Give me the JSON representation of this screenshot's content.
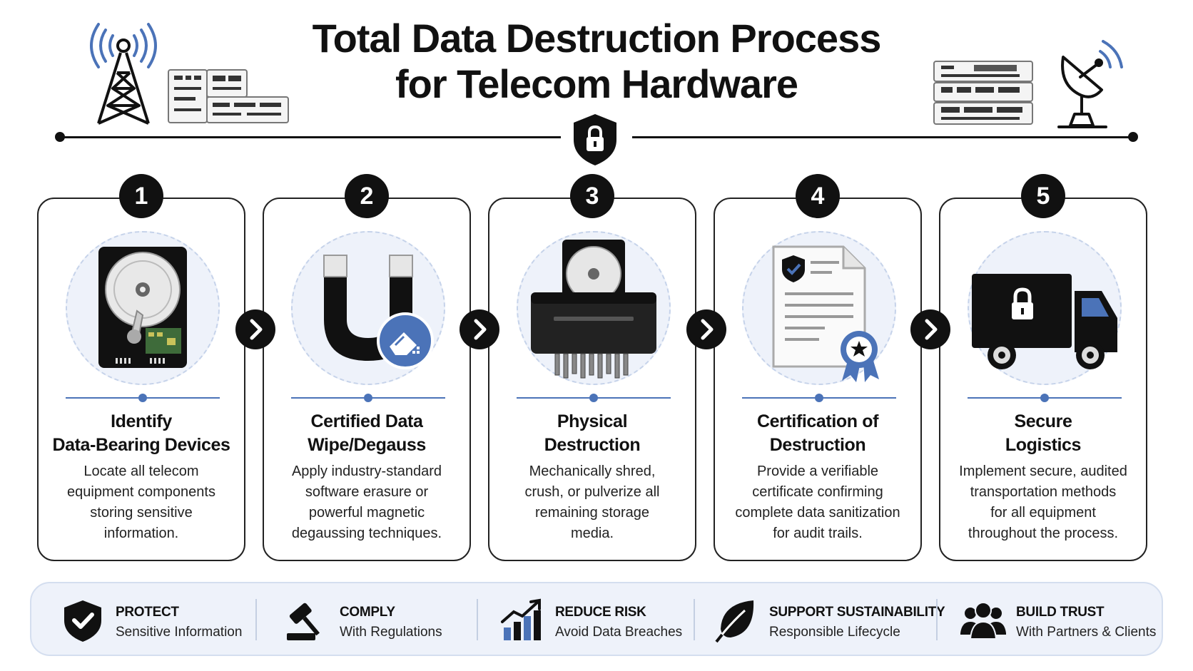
{
  "title_line1": "Total Data Destruction Process",
  "title_line2": "for Telecom Hardware",
  "colors": {
    "accent": "#4b73b8",
    "ink": "#111111",
    "panel": "#eef2fa"
  },
  "steps": [
    {
      "number": "1",
      "title_line1": "Identify",
      "title_line2": "Data-Bearing Devices",
      "desc": [
        "Locate all telecom",
        "equipment components",
        "storing sensitive",
        "information."
      ],
      "icon": "hard-drive-icon"
    },
    {
      "number": "2",
      "title_line1": "Certified Data",
      "title_line2": "Wipe/Degauss",
      "desc": [
        "Apply industry-standard",
        "software erasure or",
        "powerful magnetic",
        "degaussing techniques."
      ],
      "icon": "magnet-icon"
    },
    {
      "number": "3",
      "title_line1": "Physical",
      "title_line2": "Destruction",
      "desc": [
        "Mechanically shred,",
        "crush, or pulverize all",
        "remaining storage",
        "media."
      ],
      "icon": "shredder-icon"
    },
    {
      "number": "4",
      "title_line1": "Certification of",
      "title_line2": "Destruction",
      "desc": [
        "Provide a verifiable",
        "certificate confirming",
        "complete data sanitization",
        "for audit trails."
      ],
      "icon": "certificate-icon"
    },
    {
      "number": "5",
      "title_line1": "Secure",
      "title_line2": "Logistics",
      "desc": [
        "Implement secure, audited",
        "transportation methods",
        "for all equipment",
        "throughout the process."
      ],
      "icon": "truck-icon"
    }
  ],
  "benefits": [
    {
      "title": "PROTECT",
      "sub": "Sensitive Information",
      "icon": "shield-check-icon"
    },
    {
      "title": "COMPLY",
      "sub": "With Regulations",
      "icon": "gavel-icon"
    },
    {
      "title": "REDUCE RISK",
      "sub": "Avoid Data Breaches",
      "icon": "bar-chart-icon"
    },
    {
      "title": "SUPPORT SUSTAINABILITY",
      "sub": "Responsible Lifecycle",
      "icon": "leaf-icon"
    },
    {
      "title": "BUILD TRUST",
      "sub": "With Partners & Clients",
      "icon": "people-icon"
    }
  ]
}
